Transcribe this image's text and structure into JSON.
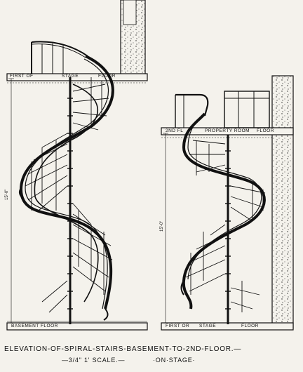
{
  "labels": {
    "left_top_floor": "FIRST OF",
    "left_top_floor_2": "STAGE",
    "left_top_floor_3": "FLOOR",
    "left_bottom_floor": "BASEMENT FLOOR",
    "left_height": "15'-0\"",
    "right_top_floor_1": "2ND FL",
    "right_top_floor_2": "PROPERTY ROOM",
    "right_top_floor_3": "FLOOR",
    "right_height": "15'-0\"",
    "right_bottom_floor_1": "FIRST OR",
    "right_bottom_floor_2": "STAGE",
    "right_bottom_floor_3": "FLOOR"
  },
  "caption": {
    "line1": "ELEVATION-OF-SPIRAL-STAIRS-BASEMENT-TO-2ND-FLOOR.—",
    "line2_scale": "—3/4\" 1' SCALE.—",
    "line2_stage": "·ON·STAGE·"
  },
  "colors": {
    "ink": "#111111",
    "paper": "#f4f2ec"
  }
}
